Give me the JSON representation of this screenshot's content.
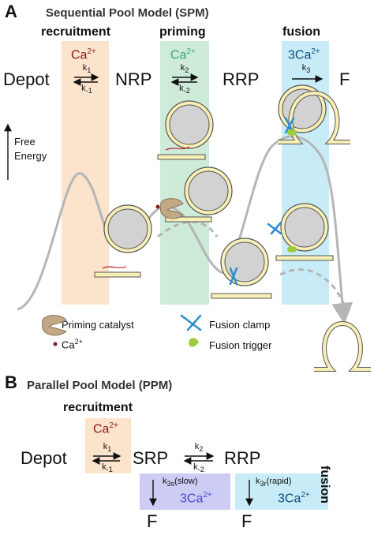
{
  "panel_a": {
    "letter": "A",
    "title": "Sequential Pool Model (SPM)",
    "stages": {
      "recruitment": "recruitment",
      "priming": "priming",
      "fusion": "fusion"
    },
    "calcium": {
      "recruitment": "Ca",
      "priming": "Ca",
      "fusion": "3Ca",
      "charge": "2+"
    },
    "states": [
      "Depot",
      "NRP",
      "RRP",
      "F"
    ],
    "rates": {
      "k1": "k",
      "k1_sub": "1",
      "km1": "k",
      "km1_sub": "-1",
      "k2": "k",
      "k2_sub": "2",
      "km2": "k",
      "km2_sub": "-2",
      "k3": "k",
      "k3_sub": "3"
    },
    "energy_axis_line1": "Free",
    "energy_axis_line2": "Energy",
    "legend": {
      "priming_catalyst": "Priming catalyst",
      "fusion_clamp": "Fusion clamp",
      "calcium": "Ca",
      "calcium_charge": "2+",
      "fusion_trigger": "Fusion trigger"
    },
    "colors": {
      "recruitment_band": "#fbe3cc",
      "priming_band": "#cdebd8",
      "fusion_band": "#c8ecf7",
      "recruitment_ca": "#8b1a1a",
      "priming_ca": "#3aa57a",
      "fusion_ca": "#0a4a7a"
    }
  },
  "panel_b": {
    "letter": "B",
    "title": "Parallel Pool Model (PPM)",
    "recruitment": "recruitment",
    "fusion": "fusion",
    "calcium": "Ca",
    "calcium_charge": "2+",
    "fusion_calcium": "3Ca",
    "states": [
      "Depot",
      "SRP",
      "RRP",
      "F",
      "F"
    ],
    "rates": {
      "k1": "k",
      "k1_sub": "1",
      "km1": "k",
      "km1_sub": "-1",
      "k2": "k",
      "k2_sub": "2",
      "km2": "k",
      "km2_sub": "-2",
      "k3s": "k",
      "k3s_sub": "3s",
      "k3s_note": "(slow)",
      "k3r": "k",
      "k3r_sub": "3r",
      "k3r_note": "(rapid)"
    },
    "colors": {
      "recruitment_box": "#fbe3cc",
      "slow_box": "#ccccf5",
      "rapid_box": "#c8ecf7",
      "slow_ca": "#4a4ac8",
      "rapid_ca": "#0a4a7a"
    }
  }
}
